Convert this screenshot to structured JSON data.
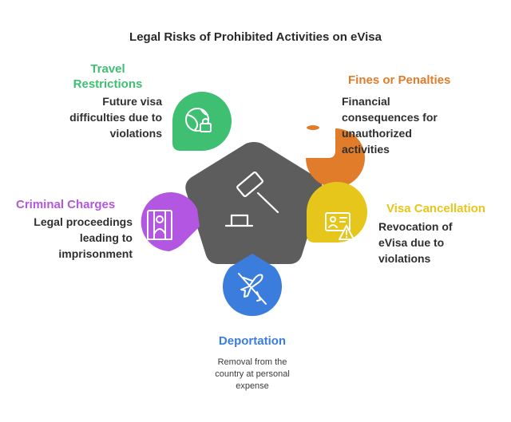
{
  "title": "Legal Risks of Prohibited Activities on eVisa",
  "colors": {
    "center": "#5d5d5d",
    "travel": "#3fbf72",
    "fines": "#e07c2a",
    "visa": "#e6c61a",
    "deportation": "#3b7ddd",
    "criminal": "#b356e2"
  },
  "items": {
    "travel": {
      "label_line1": "Travel",
      "label_line2": "Restrictions",
      "desc_lines": [
        "Future visa",
        "difficulties due to",
        "violations"
      ],
      "icon": "globe-lock-icon"
    },
    "fines": {
      "label": "Fines or Penalties",
      "desc_lines": [
        "Financial",
        "consequences for",
        "unauthorized",
        "activities"
      ],
      "icon": "coins-icon"
    },
    "visa": {
      "label": "Visa Cancellation",
      "desc_lines": [
        "Revocation of",
        "eVisa due to",
        "violations"
      ],
      "icon": "id-card-warning-icon"
    },
    "deportation": {
      "label": "Deportation",
      "desc_lines": [
        "Removal from the",
        "country at personal",
        "expense"
      ],
      "icon": "airplane-off-icon"
    },
    "criminal": {
      "label": "Criminal Charges",
      "desc_lines": [
        "Legal proceedings",
        "leading to",
        "imprisonment"
      ],
      "icon": "prisoner-icon"
    }
  },
  "center_icon": "gavel-icon"
}
